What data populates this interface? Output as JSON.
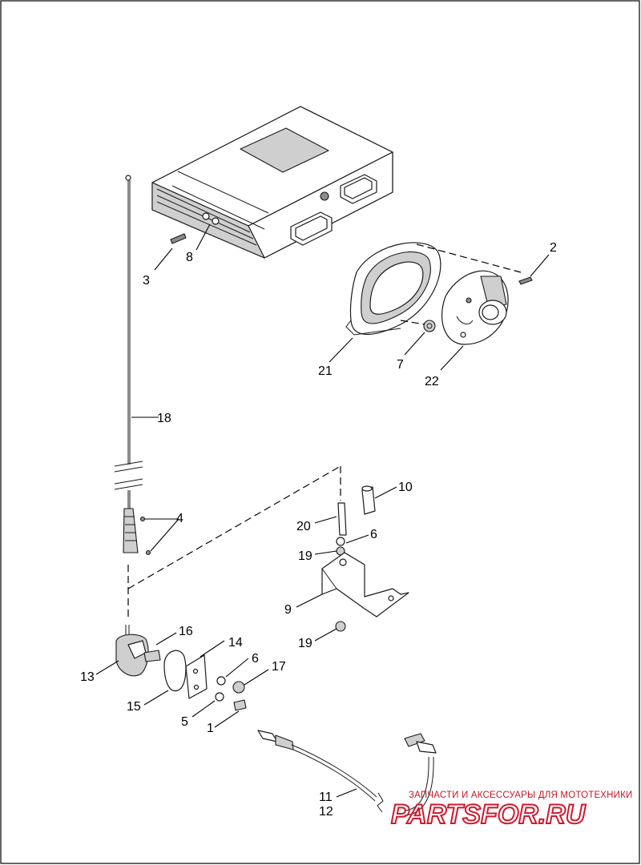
{
  "callouts": {
    "c1": "1",
    "c2": "2",
    "c3": "3",
    "c4": "4",
    "c5": "5",
    "c6a": "6",
    "c6b": "6",
    "c7": "7",
    "c8": "8",
    "c9": "9",
    "c10": "10",
    "c11": "11",
    "c12": "12",
    "c13": "13",
    "c14": "14",
    "c15": "15",
    "c16": "16",
    "c17": "17",
    "c18": "18",
    "c19a": "19",
    "c19b": "19",
    "c20": "20",
    "c21": "21",
    "c22": "22"
  },
  "watermark": {
    "caption": "ЗАПЧАСТИ И АКСЕССУАРЫ ДЛЯ МОТОТЕХНИКИ",
    "logo": "PARTSFOR.RU",
    "color": "#d0182c"
  }
}
